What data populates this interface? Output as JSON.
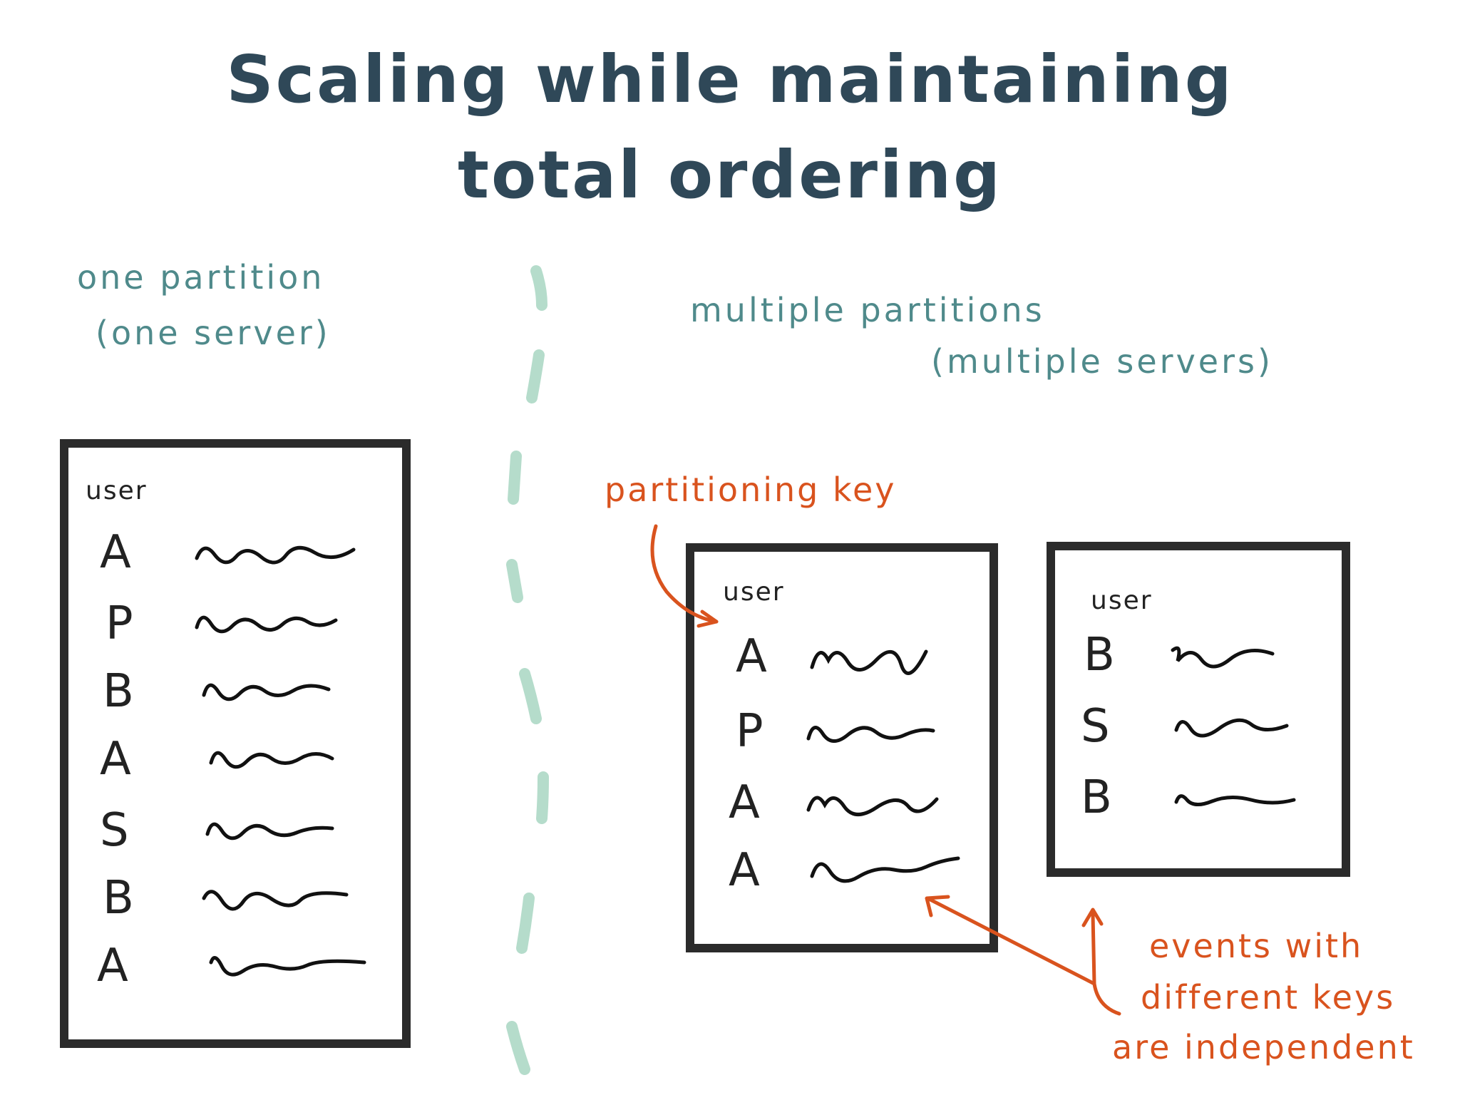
{
  "title": {
    "line1": "Scaling while maintaining",
    "line2": "total ordering"
  },
  "left": {
    "heading1": "one partition",
    "heading2": "(one server)",
    "partition": {
      "column_label": "user",
      "rows": [
        "A",
        "P",
        "B",
        "A",
        "S",
        "B",
        "A"
      ]
    }
  },
  "right": {
    "heading1": "multiple partitions",
    "heading2": "(multiple servers)",
    "partition_a": {
      "column_label": "user",
      "rows": [
        "A",
        "P",
        "A",
        "A"
      ]
    },
    "partition_b": {
      "column_label": "user",
      "rows": [
        "B",
        "S",
        "B"
      ]
    }
  },
  "annotations": {
    "partitioning_key": "partitioning key",
    "note_line1": "events with",
    "note_line2": "different keys",
    "note_line3": "are independent"
  },
  "colors": {
    "title": "#2f4858",
    "subtitle": "#4f8a8b",
    "annotation": "#d9531e",
    "divider": "#b5dccb",
    "box": "#2b2b2b"
  }
}
